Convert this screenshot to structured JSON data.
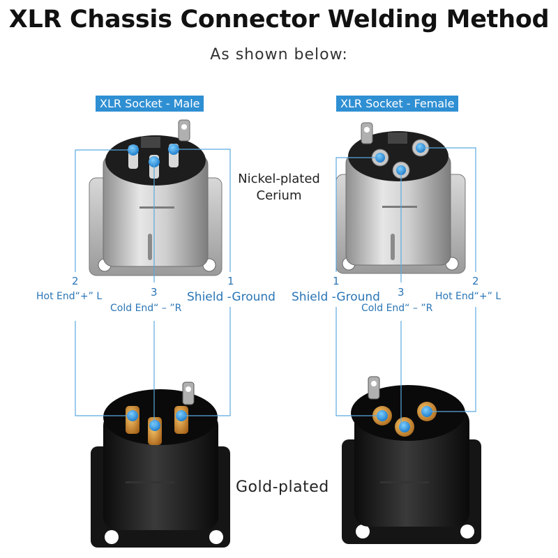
{
  "title": "XLR Chassis Connector Welding Method",
  "subtitle": "As shown below:",
  "sockets": {
    "male": {
      "tag": "XLR Socket - Male",
      "pins": [
        {
          "num": "2",
          "label": "Hot End“+” L"
        },
        {
          "num": "3",
          "label": "Cold End“ – ”R"
        },
        {
          "num": "1",
          "label": "Shield -Ground"
        }
      ]
    },
    "female": {
      "tag": "XLR Socket - Female",
      "pins": [
        {
          "num": "1",
          "label": "Shield -Ground"
        },
        {
          "num": "3",
          "label": "Cold End“ – ”R"
        },
        {
          "num": "2",
          "label": "Hot End“+” L"
        }
      ]
    }
  },
  "materials": {
    "nickel": "Nickel-plated\nCerium",
    "gold": "Gold-plated"
  },
  "colors": {
    "accent": "#2f8fd3",
    "line": "#5aa9e0",
    "pin_dot": "#1e90e8",
    "nickel": "#c9c9c9",
    "black": "#1a1a1a",
    "gold": "#d4902a"
  }
}
